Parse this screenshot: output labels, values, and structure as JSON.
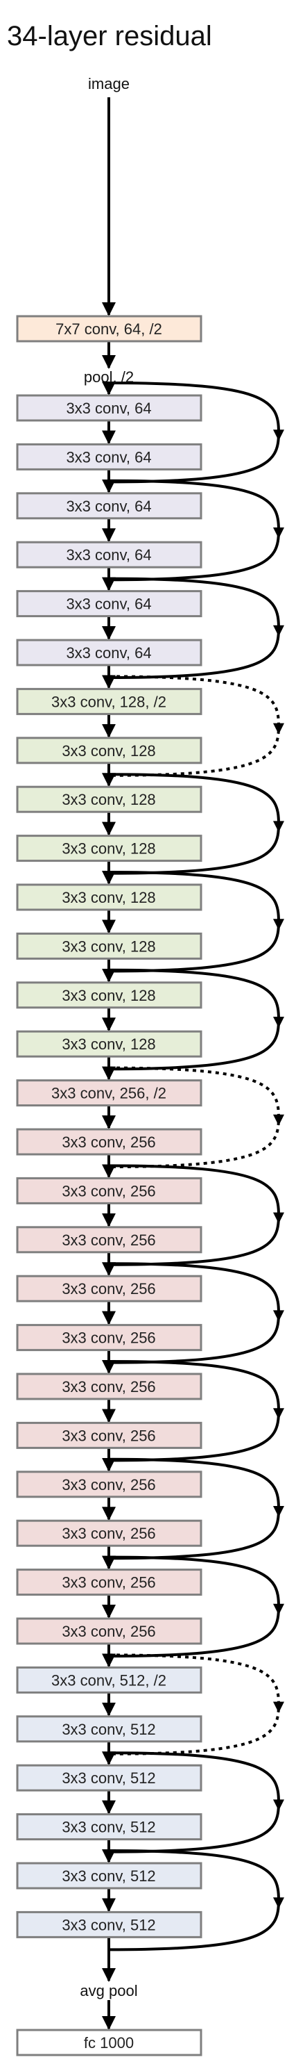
{
  "title": "34-layer residual",
  "input_label": "image",
  "pool_label": "pool, /2",
  "avgpool_label": "avg pool",
  "colors": {
    "stem": "#fde9d9",
    "stage64": "#e9e7f1",
    "stage128": "#e6eed8",
    "stage256": "#f1dcdb",
    "stage512": "#e5eaf3",
    "fc": "#ffffff",
    "arrow": "#000000"
  },
  "stem": {
    "label": "7x7 conv, 64, /2",
    "color_key": "stem"
  },
  "layers": [
    {
      "label": "3x3 conv, 64",
      "color_key": "stage64"
    },
    {
      "label": "3x3 conv, 64",
      "color_key": "stage64"
    },
    {
      "label": "3x3 conv, 64",
      "color_key": "stage64"
    },
    {
      "label": "3x3 conv, 64",
      "color_key": "stage64"
    },
    {
      "label": "3x3 conv, 64",
      "color_key": "stage64"
    },
    {
      "label": "3x3 conv, 64",
      "color_key": "stage64"
    },
    {
      "label": "3x3 conv, 128, /2",
      "color_key": "stage128"
    },
    {
      "label": "3x3 conv, 128",
      "color_key": "stage128"
    },
    {
      "label": "3x3 conv, 128",
      "color_key": "stage128"
    },
    {
      "label": "3x3 conv, 128",
      "color_key": "stage128"
    },
    {
      "label": "3x3 conv, 128",
      "color_key": "stage128"
    },
    {
      "label": "3x3 conv, 128",
      "color_key": "stage128"
    },
    {
      "label": "3x3 conv, 128",
      "color_key": "stage128"
    },
    {
      "label": "3x3 conv, 128",
      "color_key": "stage128"
    },
    {
      "label": "3x3 conv, 256, /2",
      "color_key": "stage256"
    },
    {
      "label": "3x3 conv, 256",
      "color_key": "stage256"
    },
    {
      "label": "3x3 conv, 256",
      "color_key": "stage256"
    },
    {
      "label": "3x3 conv, 256",
      "color_key": "stage256"
    },
    {
      "label": "3x3 conv, 256",
      "color_key": "stage256"
    },
    {
      "label": "3x3 conv, 256",
      "color_key": "stage256"
    },
    {
      "label": "3x3 conv, 256",
      "color_key": "stage256"
    },
    {
      "label": "3x3 conv, 256",
      "color_key": "stage256"
    },
    {
      "label": "3x3 conv, 256",
      "color_key": "stage256"
    },
    {
      "label": "3x3 conv, 256",
      "color_key": "stage256"
    },
    {
      "label": "3x3 conv, 256",
      "color_key": "stage256"
    },
    {
      "label": "3x3 conv, 256",
      "color_key": "stage256"
    },
    {
      "label": "3x3 conv, 512, /2",
      "color_key": "stage512"
    },
    {
      "label": "3x3 conv, 512",
      "color_key": "stage512"
    },
    {
      "label": "3x3 conv, 512",
      "color_key": "stage512"
    },
    {
      "label": "3x3 conv, 512",
      "color_key": "stage512"
    },
    {
      "label": "3x3 conv, 512",
      "color_key": "stage512"
    },
    {
      "label": "3x3 conv, 512",
      "color_key": "stage512"
    }
  ],
  "shortcuts": [
    {
      "type": "identity"
    },
    {
      "type": "identity"
    },
    {
      "type": "identity"
    },
    {
      "type": "projection"
    },
    {
      "type": "identity"
    },
    {
      "type": "identity"
    },
    {
      "type": "identity"
    },
    {
      "type": "projection"
    },
    {
      "type": "identity"
    },
    {
      "type": "identity"
    },
    {
      "type": "identity"
    },
    {
      "type": "identity"
    },
    {
      "type": "identity"
    },
    {
      "type": "projection"
    },
    {
      "type": "identity"
    },
    {
      "type": "identity"
    }
  ],
  "fc": {
    "label": "fc 1000",
    "color_key": "fc"
  }
}
